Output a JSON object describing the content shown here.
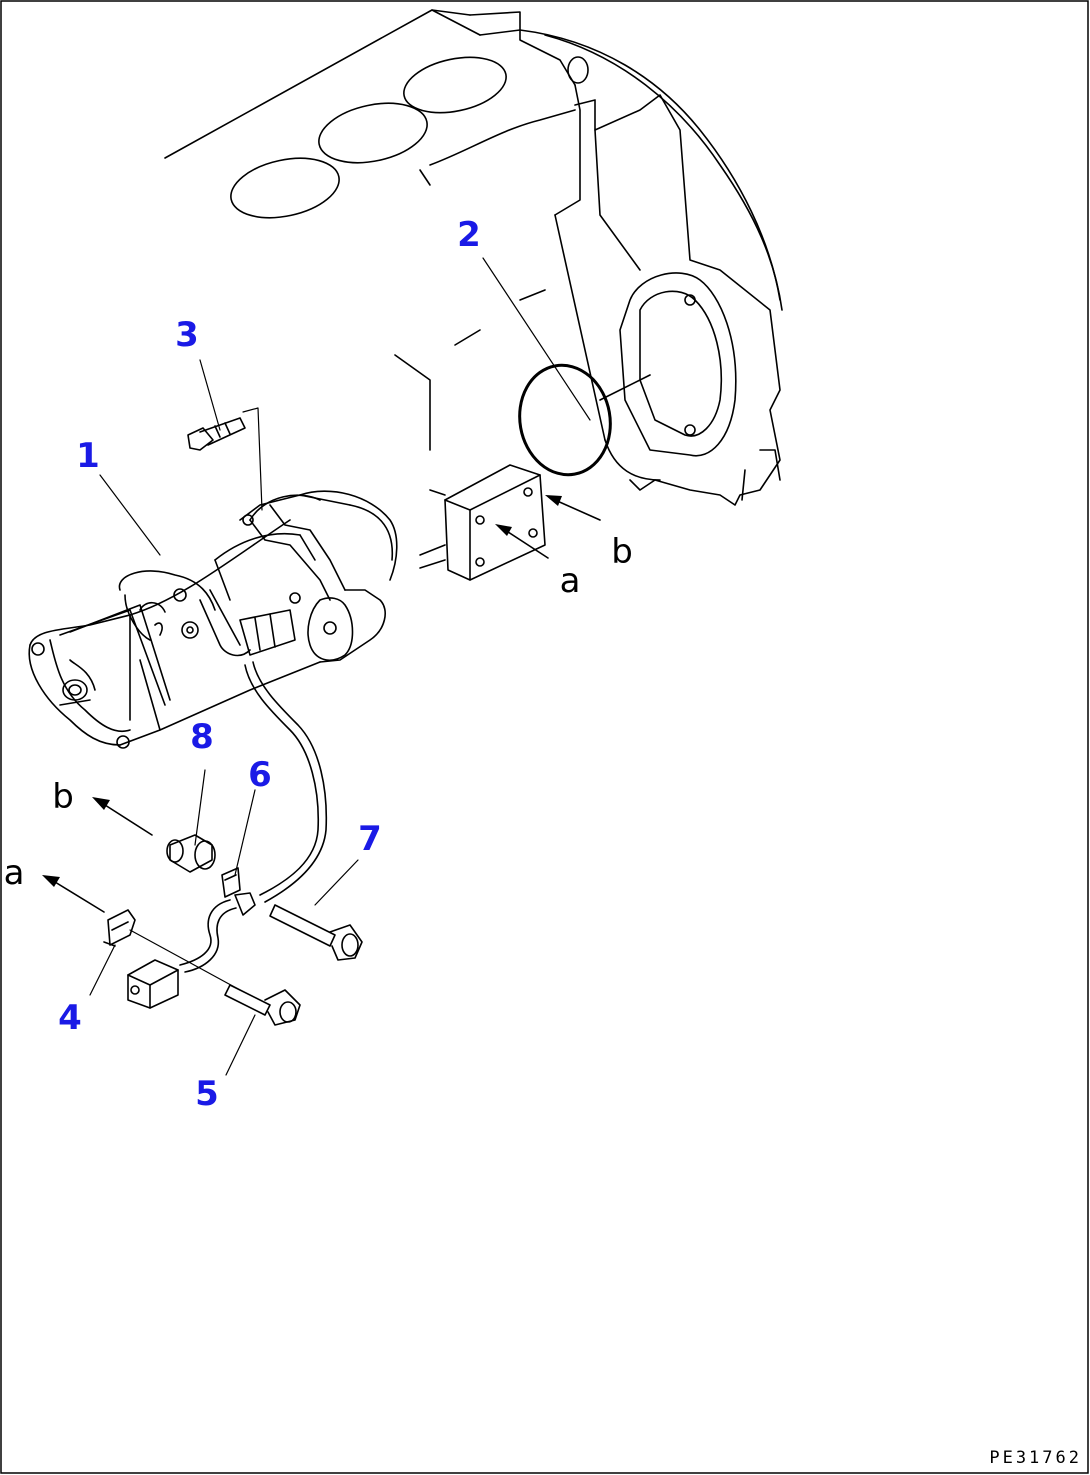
{
  "figure_code": "PE31762",
  "callouts": [
    "1",
    "2",
    "3",
    "4",
    "5",
    "6",
    "7",
    "8"
  ],
  "view_letters": {
    "a": "a",
    "b": "b"
  },
  "colors": {
    "callout": "#1a1ae6",
    "line": "#000000",
    "background": "#ffffff"
  },
  "parts_depicted": [
    "engine-block",
    "flywheel-housing",
    "starting-motor",
    "o-ring",
    "mounting-bolt",
    "bracket",
    "wiring-harness",
    "spacer",
    "adapter-block"
  ]
}
